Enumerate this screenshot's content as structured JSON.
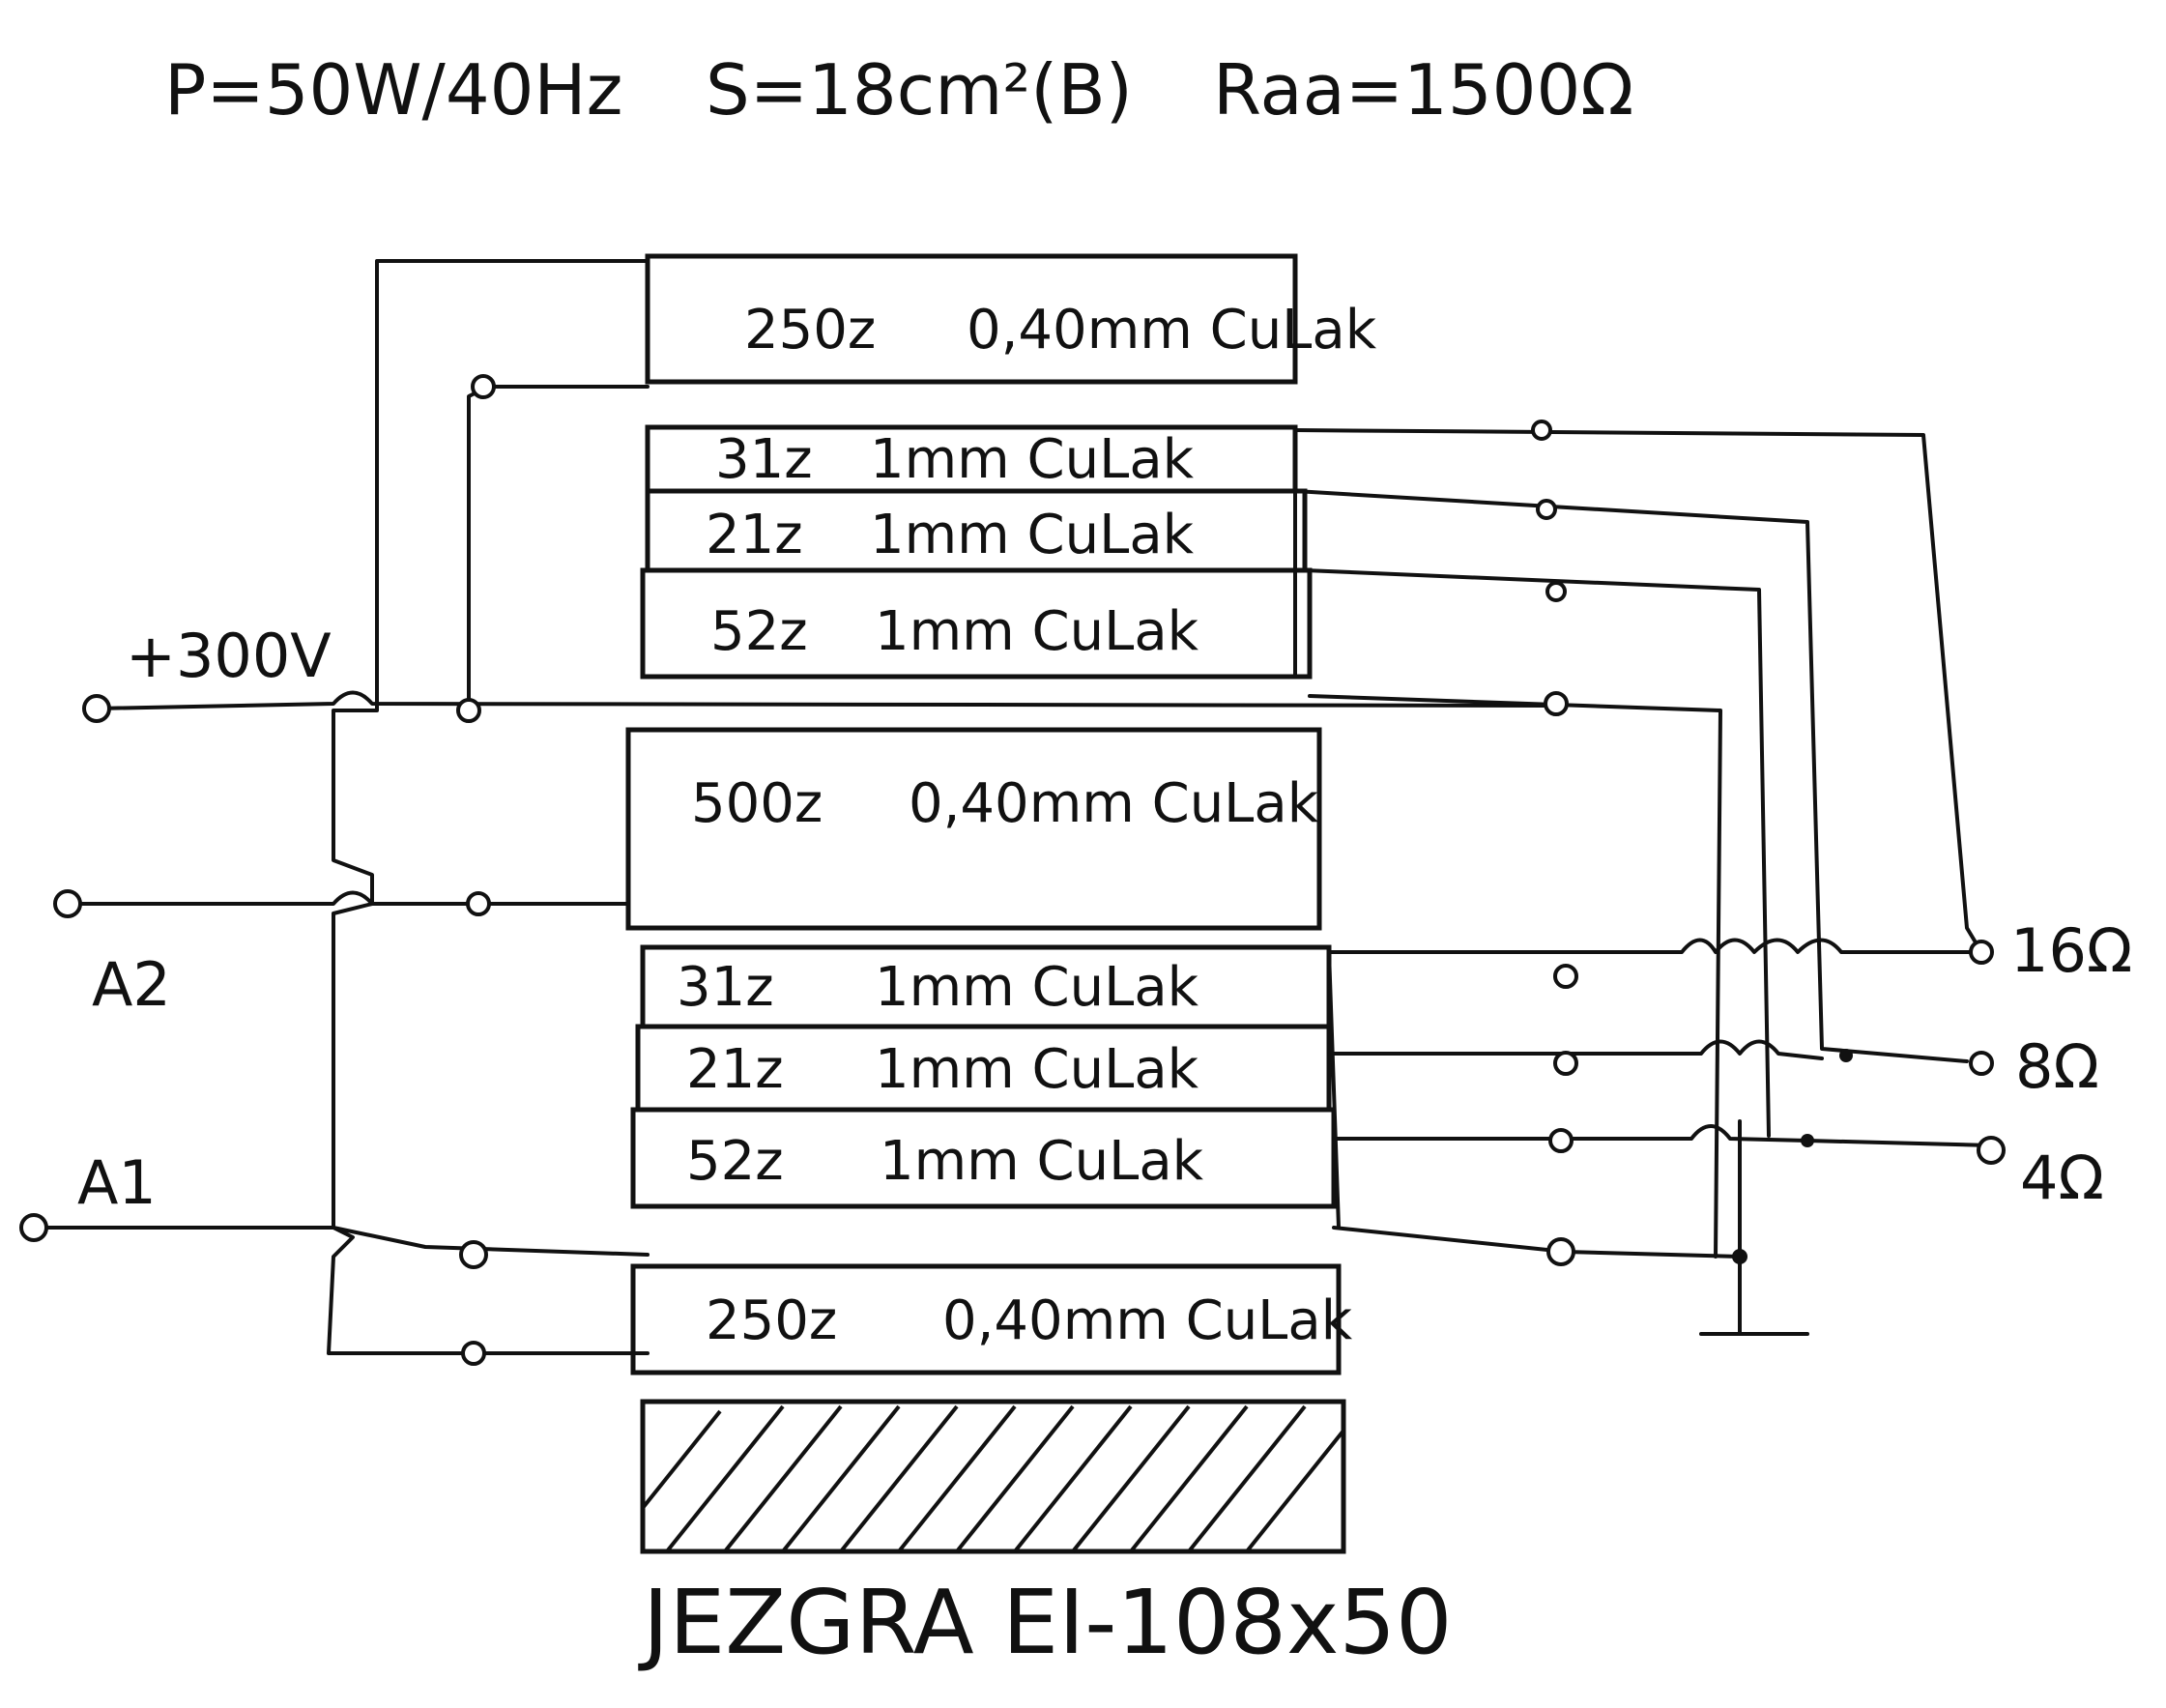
{
  "specs": {
    "power": "P=50W/40Hz",
    "cross_section": "S=18cm²(B)",
    "impedance": "Raa=1500Ω"
  },
  "windings": [
    {
      "turns": "250z",
      "wire": "0,40mm CuLak"
    },
    {
      "turns": "31z",
      "wire": "1mm CuLak"
    },
    {
      "turns": "21z",
      "wire": "1mm CuLak"
    },
    {
      "turns": "52z",
      "wire": "1mm CuLak"
    },
    {
      "turns": "500z",
      "wire": "0,40mm CuLak"
    },
    {
      "turns": "31z",
      "wire": "1mm CuLak"
    },
    {
      "turns": "21z",
      "wire": "1mm CuLak"
    },
    {
      "turns": "52z",
      "wire": "1mm CuLak"
    },
    {
      "turns": "250z",
      "wire": "0,40mm CuLak"
    }
  ],
  "terminals": {
    "supply": "+300V",
    "anode2": "A2",
    "anode1": "A1",
    "out_16": "16Ω",
    "out_8": "8Ω",
    "out_4": "4Ω"
  },
  "core_label": "JEZGRA EI-108x50"
}
